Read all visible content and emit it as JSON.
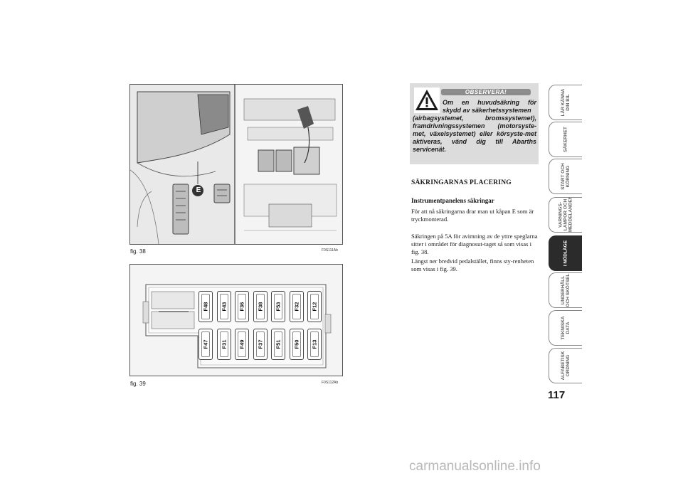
{
  "figures": {
    "fig38": {
      "label": "fig. 38",
      "code": "F0S111Ab",
      "callout": "E"
    },
    "fig39": {
      "label": "fig. 39",
      "code": "F0S112Ab",
      "fuses_top": [
        "F48",
        "F43",
        "F36",
        "F38",
        "F53",
        "F32",
        "F12"
      ],
      "fuses_bottom": [
        "F47",
        "F31",
        "F49",
        "F37",
        "F51",
        "F50",
        "F13"
      ]
    }
  },
  "warning": {
    "title": "OBSERVERA!",
    "line1": "Om en huvudsäkring för skydd av säkerhetssystemen",
    "rest": "(airbagsystemet, bromssystemet), framdrivningssystemen (motorsyste-met, växelsystemet) eller körsyste-met aktiveras, vänd dig till Abarths servicenät."
  },
  "content": {
    "heading": "SÄKRINGARNAS PLACERING",
    "subheading": "Instrumentpanelens säkringar",
    "p1": "För att nå säkringarna drar man ut kåpan E som är tryckmonterad.",
    "p2": "Säkringen på 5A för avimning av de yttre speglarna sitter i området för diagnosut-taget så som visas i fig. 38.",
    "p3": "Längst ner bredvid pedalstället, finns sty-renheten som visas i fig. 39."
  },
  "tabs": [
    {
      "label": "LÄR KÄNNA DIN BIL",
      "active": false
    },
    {
      "label": "SÄKERHET",
      "active": false
    },
    {
      "label": "START OCH KÖRNING",
      "active": false
    },
    {
      "label": "VARNINGS-LAMPOR OCH MEDDELANDEN",
      "active": false
    },
    {
      "label": "I NÖDLÄGE",
      "active": true
    },
    {
      "label": "UNDERHÅLL OCH SKÖTSEL",
      "active": false
    },
    {
      "label": "TEKNISKA DATA",
      "active": false
    },
    {
      "label": "ALFABETISK ORDNING",
      "active": false
    }
  ],
  "page_number": "117",
  "watermark": "carmanualsonline.info"
}
